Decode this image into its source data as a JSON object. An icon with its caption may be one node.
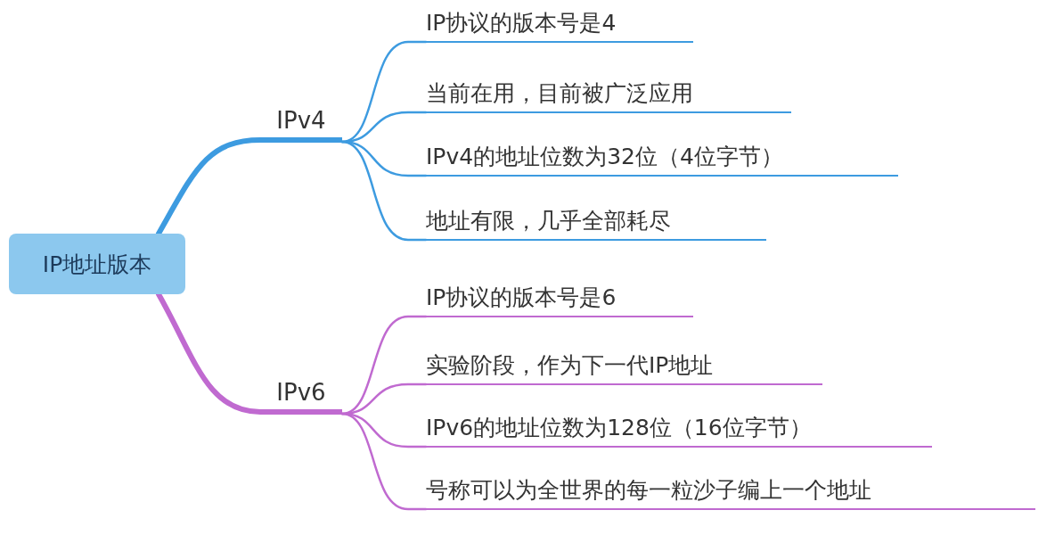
{
  "diagram": {
    "nodes": [
      {
        "text": [
          "IP地址版本"
        ]
      },
      {
        "text": [
          "IPv4"
        ]
      },
      {
        "text": [
          "IP协议的版本号是4"
        ]
      },
      {
        "text": [
          "当前在用，目前被广泛应用"
        ]
      },
      {
        "text": [
          "IPv4的地址位数为32位（4位字节）"
        ]
      },
      {
        "text": [
          "地址有限，几乎全部耗尽"
        ]
      },
      {
        "text": [
          "IPv6"
        ]
      },
      {
        "text": [
          "IP协议的版本号是6"
        ]
      },
      {
        "text": [
          "实验阶段，作为下一代IP地址"
        ]
      },
      {
        "text": [
          "IPv6的地址位数为128位（16位字节）"
        ]
      },
      {
        "text": [
          "号称可以为全世界的每一粒沙子编上一个地址"
        ]
      }
    ],
    "edges": [
      {
        "from": 0,
        "to": 1,
        "arrow": "none",
        "style": "thick",
        "color": "#3d9be0"
      },
      {
        "from": 1,
        "to": 2,
        "arrow": "none",
        "color": "#3d9be0"
      },
      {
        "from": 1,
        "to": 3,
        "arrow": "none",
        "color": "#3d9be0"
      },
      {
        "from": 1,
        "to": 4,
        "arrow": "none",
        "color": "#3d9be0"
      },
      {
        "from": 1,
        "to": 5,
        "arrow": "none",
        "color": "#3d9be0"
      },
      {
        "from": 0,
        "to": 6,
        "arrow": "none",
        "style": "thick",
        "color": "#c06ad0"
      },
      {
        "from": 6,
        "to": 7,
        "arrow": "none",
        "color": "#c06ad0"
      },
      {
        "from": 6,
        "to": 8,
        "arrow": "none",
        "color": "#c06ad0"
      },
      {
        "from": 6,
        "to": 9,
        "arrow": "none",
        "color": "#c06ad0"
      },
      {
        "from": 6,
        "to": 10,
        "arrow": "none",
        "color": "#c06ad0"
      }
    ]
  }
}
